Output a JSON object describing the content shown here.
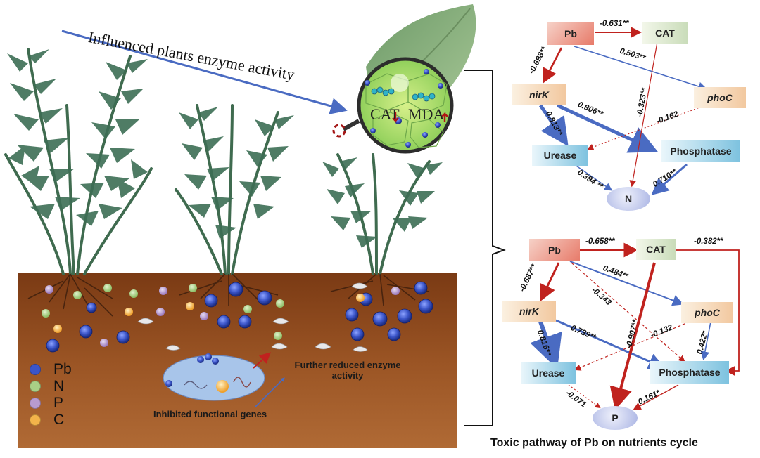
{
  "left_panel": {
    "title": "Influenced plants enzyme activity",
    "magnifier_labels": [
      "CAT",
      "MDA"
    ],
    "soil_labels": {
      "further_reduced": "Further reduced enzyme activity",
      "inhibited": "Inhibited functional genes"
    },
    "legend": [
      {
        "label": "Pb",
        "color": "#3b55c9"
      },
      {
        "label": "N",
        "color": "#a9cf86"
      },
      {
        "label": "P",
        "color": "#b89bd0"
      },
      {
        "label": "C",
        "color": "#f3b34a"
      }
    ]
  },
  "diagram_top": {
    "nodes": {
      "pb": "Pb",
      "cat": "CAT",
      "nirk": "nirK",
      "phoc": "phoC",
      "urease": "Urease",
      "phosphatase": "Phosphatase",
      "target": "N"
    },
    "coefficients": {
      "pb_cat": "-0.631**",
      "pb_phoc": "0.503**",
      "pb_nirk": "-0.698**",
      "nirk_phosphatase": "0.906**",
      "cat_n": "-0.323**",
      "phoc_urease": "-0.162",
      "nirk_urease": "0.813**",
      "urease_n": "0.394 **",
      "phosphatase_n": "0.710**"
    }
  },
  "diagram_bottom": {
    "nodes": {
      "pb": "Pb",
      "cat": "CAT",
      "nirk": "nirK",
      "phoc": "phoC",
      "urease": "Urease",
      "phosphatase": "Phosphatase",
      "target": "P"
    },
    "coefficients": {
      "pb_cat": "-0.658**",
      "cat_phosphatase": "-0.382**",
      "pb_phoc": "0.484**",
      "pb_nirk": "-0.687**",
      "pb_phosphatase": "-0.343",
      "nirk_phosphatase": "0.739**",
      "cat_p": "-0.907**",
      "phoc_urease": "-0.132",
      "phoc_phosphatase": "0.422*",
      "nirk_urease": "0.816**",
      "urease_p": "-0.071",
      "phosphatase_p": "0.161*"
    }
  },
  "caption": "Toxic pathway of  Pb on nutrients cycle"
}
